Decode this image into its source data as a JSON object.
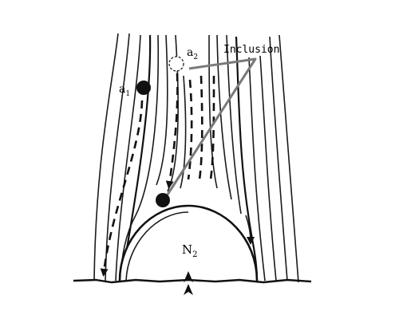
{
  "diagram": {
    "callout_label": "Inclusion",
    "particle_a1": {
      "symbol": "a",
      "subscript": "1"
    },
    "particle_a2": {
      "symbol": "a",
      "subscript": "2"
    },
    "bubble": {
      "symbol": "N",
      "subscript": "2"
    }
  }
}
